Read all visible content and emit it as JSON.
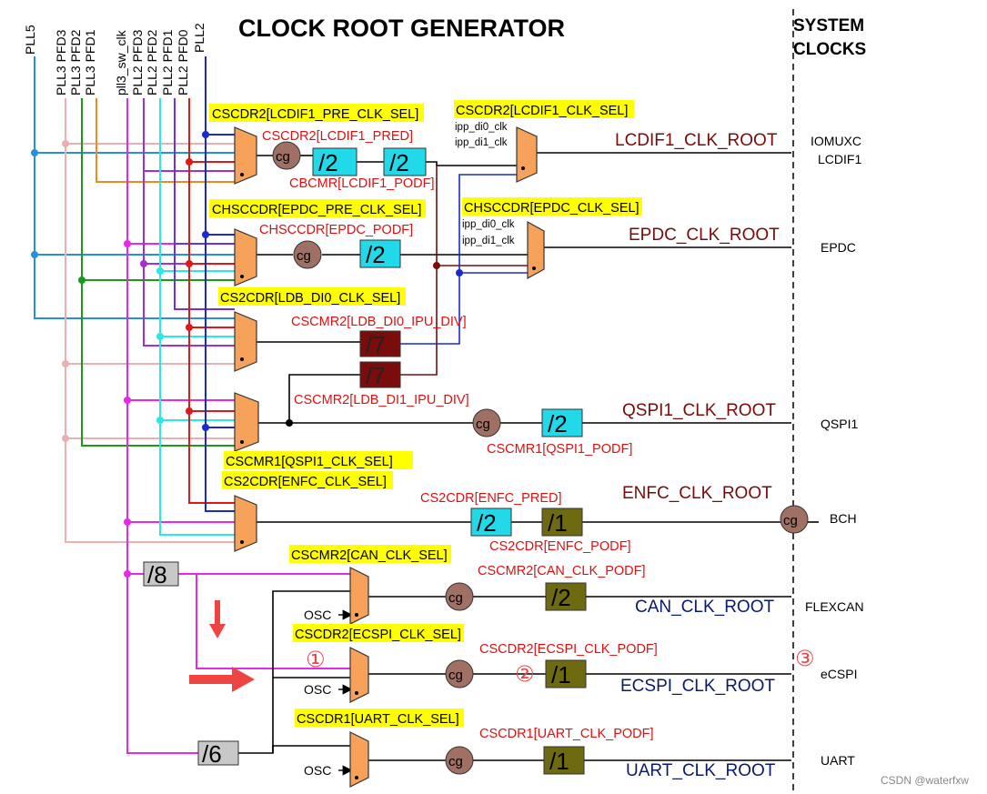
{
  "title": "CLOCK ROOT GENERATOR",
  "system_clocks_title": [
    "SYSTEM",
    "CLOCKS"
  ],
  "sources": [
    "PLL5",
    "PLL3 PFD3",
    "PLL3 PFD2",
    "PLL3 PFD1",
    "pll3_sw_clk",
    "PLL2 PFD3",
    "PLL2 PFD2",
    "PLL2 PFD1",
    "PLL2 PFD0",
    "PLL2"
  ],
  "registers": {
    "lcdif1_pre_sel": "CSCDR2[LCDIF1_PRE_CLK_SEL]",
    "lcdif1_pred": "CSCDR2[LCDIF1_PRED]",
    "lcdif1_podf": "CBCMR[LCDIF1_PODF]",
    "lcdif1_sel": "CSCDR2[LCDIF1_CLK_SEL]",
    "epdc_pre_sel": "CHSCCDR[EPDC_PRE_CLK_SEL]",
    "epdc_podf": "CHSCCDR[EPDC_PODF]",
    "epdc_sel": "CHSCCDR[EPDC_CLK_SEL]",
    "ldb_di0_sel": "CS2CDR[LDB_DI0_CLK_SEL]",
    "ldb_di0_div": "CSCMR2[LDB_DI0_IPU_DIV]",
    "ldb_di1_div": "CSCMR2[LDB_DI1_IPU_DIV]",
    "qspi1_podf": "CSCMR1[QSPI1_PODF]",
    "qspi1_sel": "CSCMR1[QSPI1_CLK_SEL]",
    "enfc_sel": "CS2CDR[ENFC_CLK_SEL]",
    "enfc_pred": "CS2CDR[ENFC_PRED]",
    "enfc_podf": "CS2CDR[ENFC_PODF]",
    "can_sel": "CSCMR2[CAN_CLK_SEL]",
    "can_podf": "CSCMR2[CAN_CLK_PODF]",
    "ecspi_sel": "CSCDR2[ECSPI_CLK_SEL]",
    "ecspi_podf": "CSCDR2[ECSPI_CLK_PODF]",
    "uart_sel": "CSCDR1[UART_CLK_SEL]",
    "uart_podf": "CSCDR1[UART_CLK_PODF]"
  },
  "mux_inputs": {
    "ipp_di0": "ipp_di0_clk",
    "ipp_di1": "ipp_di1_clk",
    "osc": "OSC"
  },
  "roots": {
    "lcdif1": "LCDIF1_CLK_ROOT",
    "epdc": "EPDC_CLK_ROOT",
    "qspi1": "QSPI1_CLK_ROOT",
    "enfc": "ENFC_CLK_ROOT",
    "can": "CAN_CLK_ROOT",
    "ecspi": "ECSPI_CLK_ROOT",
    "uart": "UART_CLK_ROOT"
  },
  "system_clocks": {
    "iomuxc": "IOMUXC",
    "lcdif1": "LCDIF1",
    "epdc": "EPDC",
    "qspi1": "QSPI1",
    "bch": "BCH",
    "flexcan": "FLEXCAN",
    "ecspi": "eCSPI",
    "uart": "UART"
  },
  "dividers": {
    "d2": "/2",
    "d7": "/7",
    "d1": "/1",
    "d8": "/8",
    "d6": "/6"
  },
  "gate": "cg",
  "annotations": [
    "①",
    "②",
    "③"
  ],
  "watermark": "CSDN @waterfxw",
  "colors": {
    "mux_fill": "#f7a25a",
    "div_cyan": "#22d9ea",
    "div_maroon": "#7a0c0c",
    "div_olive": "#6e6a12",
    "div_gray": "#c8c8c8",
    "cg_fill": "#a07064",
    "register_highlight": "#ffff00",
    "arrow_red": "#ee4444"
  }
}
